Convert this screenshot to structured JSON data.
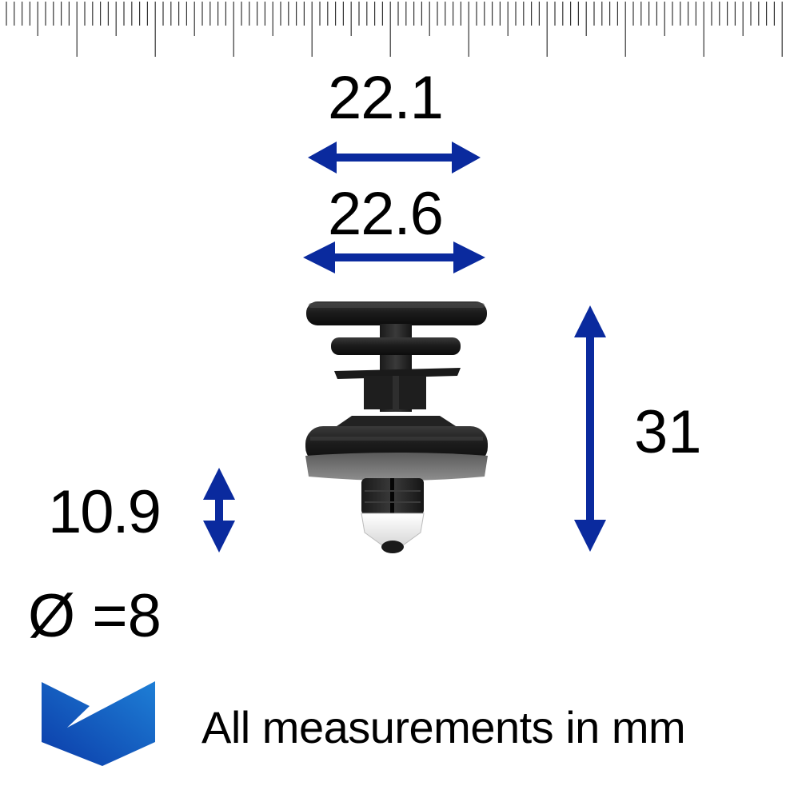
{
  "ruler": {
    "unit": "mm",
    "tick_spacing_px": 9.8,
    "tick_count": 101
  },
  "dimensions": {
    "head_width": {
      "value": "22.1",
      "orientation": "horizontal"
    },
    "flange_width": {
      "value": "22.6",
      "orientation": "horizontal"
    },
    "overall_height": {
      "value": "31",
      "orientation": "vertical"
    },
    "panel_thickness": {
      "value": "10.9",
      "orientation": "vertical"
    },
    "hole_diameter": {
      "value": "Ø =8"
    }
  },
  "product": {
    "description": "black plastic trim clip with grey sealing washer and white tip"
  },
  "footer": {
    "logo_icon": "chevron-shield-logo-icon",
    "note": "All measurements in mm"
  },
  "colors": {
    "arrow_blue": "#0A2A9E",
    "logo_blue_light": "#1E7FD6",
    "logo_blue_dark": "#0B3BA8",
    "text": "#000000",
    "background": "#FFFFFF"
  }
}
